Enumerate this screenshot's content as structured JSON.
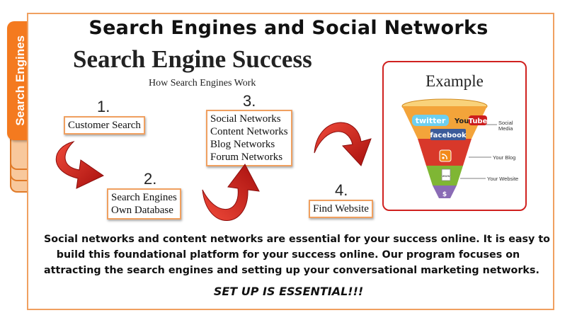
{
  "side_tab": {
    "label": "Search Engines"
  },
  "header": {
    "title": "Search Engines and Social Networks",
    "subtitle": "Search Engine Success",
    "caption": "How Search Engines Work"
  },
  "steps": [
    {
      "number": "1.",
      "lines": [
        "Customer Search"
      ]
    },
    {
      "number": "2.",
      "lines": [
        "Search Engines",
        "Own Database"
      ]
    },
    {
      "number": "3.",
      "lines": [
        "Social Networks",
        "Content Networks",
        "Blog Networks",
        "Forum Networks"
      ]
    },
    {
      "number": "4.",
      "lines": [
        "Find Website"
      ]
    }
  ],
  "example": {
    "title": "Example",
    "funnel_labels": [
      "Social Media",
      "Your Blog",
      "Your Website"
    ],
    "logos": {
      "twitter": "twitter",
      "youtube_you": "You",
      "youtube_tube": "Tube",
      "facebook": "facebook",
      "dollar": "$",
      "www": "www"
    }
  },
  "body": {
    "lines": [
      "Social networks and content networks are essential for your success online. It is easy to",
      "build this foundational platform for your success online. Our program focuses on",
      "attracting the search engines and setting up your conversational marketing networks."
    ],
    "callout": "SET UP IS ESSENTIAL!!!"
  },
  "colors": {
    "accent_orange": "#f47a1f",
    "frame_border": "#f0a060",
    "arrow_red": "#d0211f",
    "example_border": "#d0211f"
  }
}
